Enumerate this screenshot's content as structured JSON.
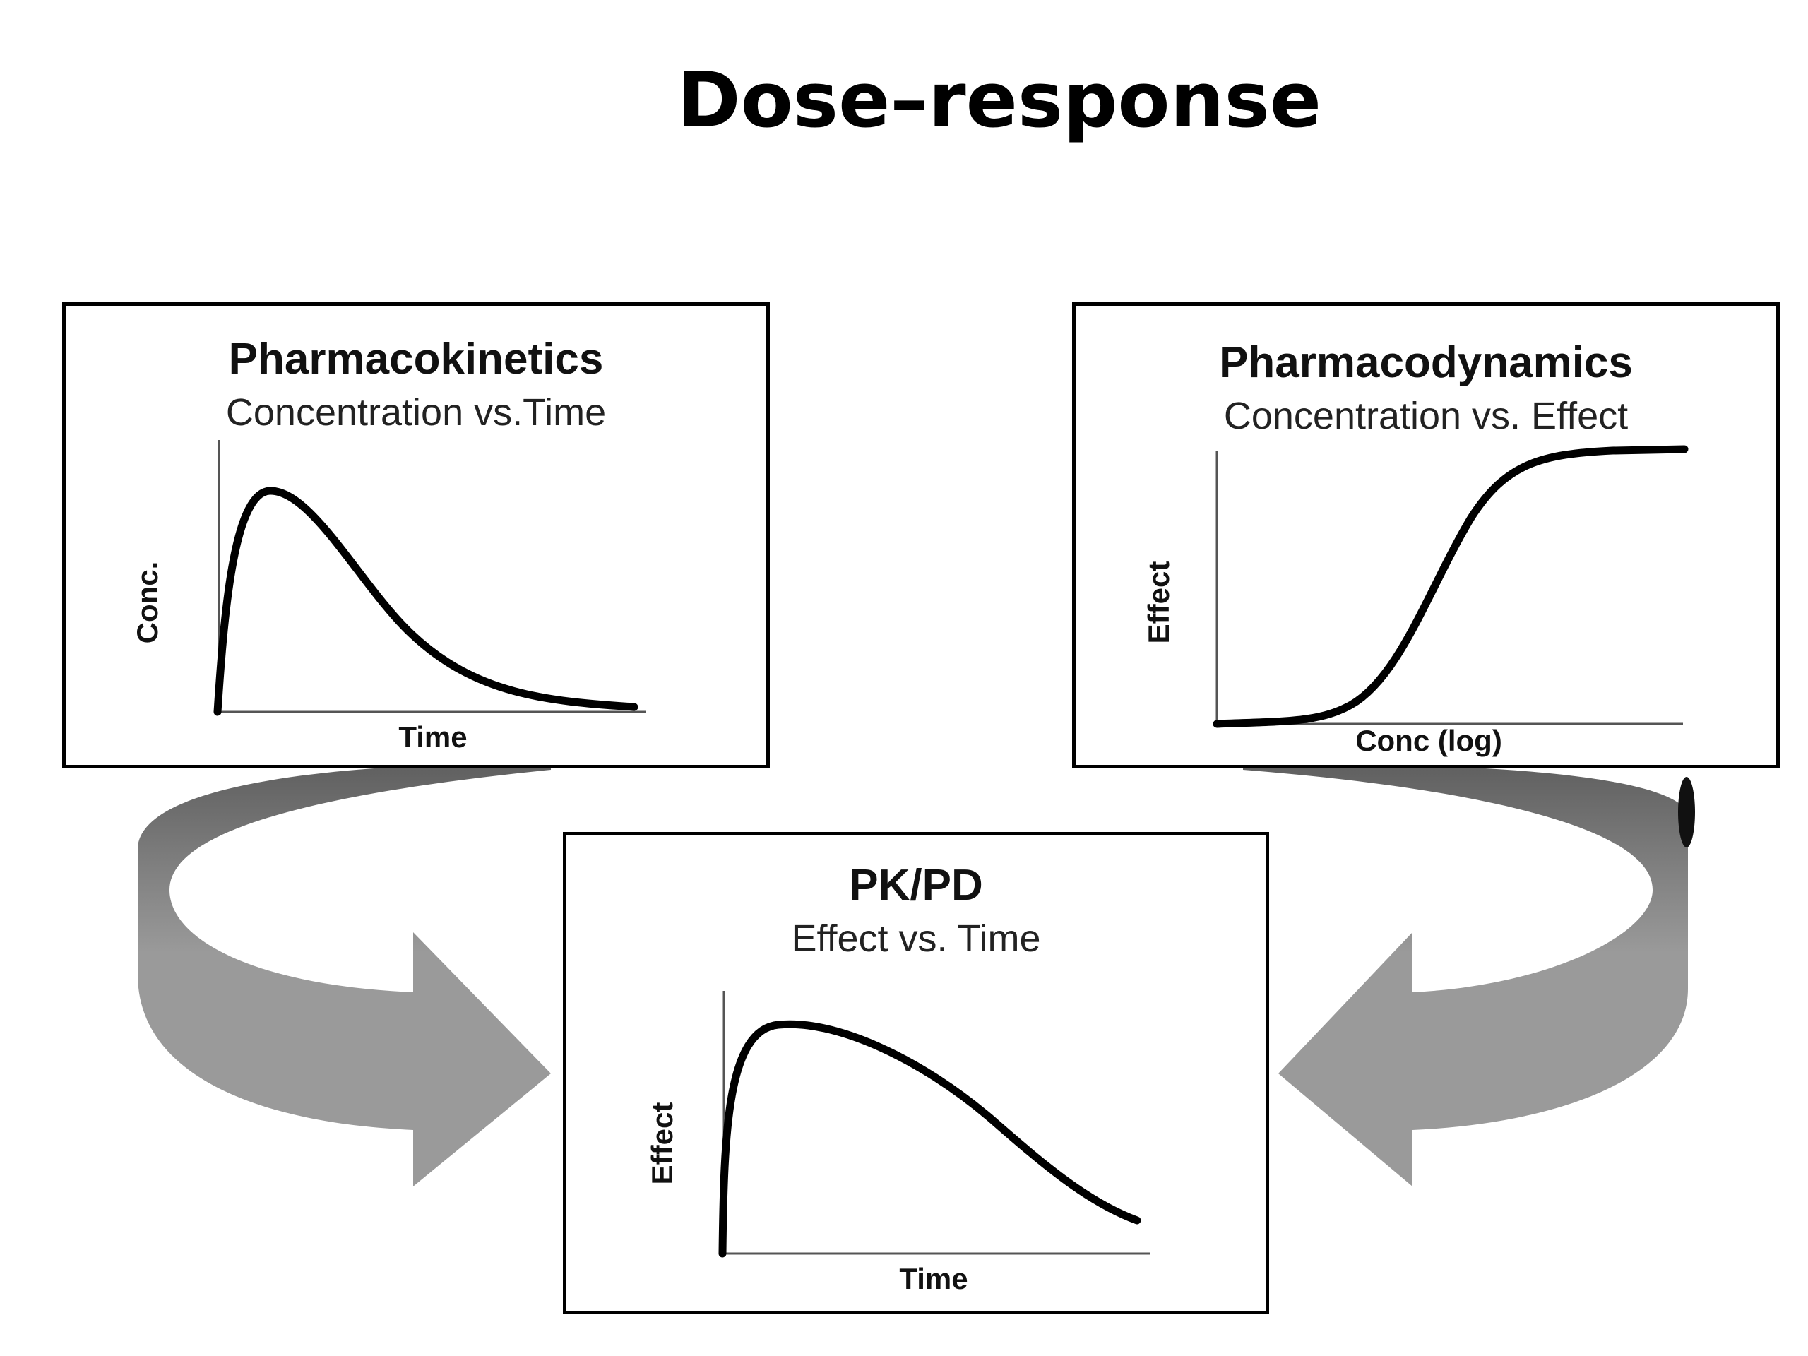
{
  "title": "Dose–response",
  "panels": {
    "pharmacokinetics": {
      "title": "Pharmacokinetics",
      "subtitle": "Concentration vs.Time",
      "xlabel": "Time",
      "ylabel": "Conc."
    },
    "pharmacodynamics": {
      "title": "Pharmacodynamics",
      "subtitle": "Concentration vs. Effect",
      "xlabel": "Conc (log)",
      "ylabel": "Effect"
    },
    "pkpd": {
      "title": "PK/PD",
      "subtitle": "Effect vs. Time",
      "xlabel": "Time",
      "ylabel": "Effect"
    }
  },
  "colors": {
    "arrow_light": "#9a9a9a",
    "arrow_dark": "#6e6e6e",
    "curve": "#000000"
  }
}
